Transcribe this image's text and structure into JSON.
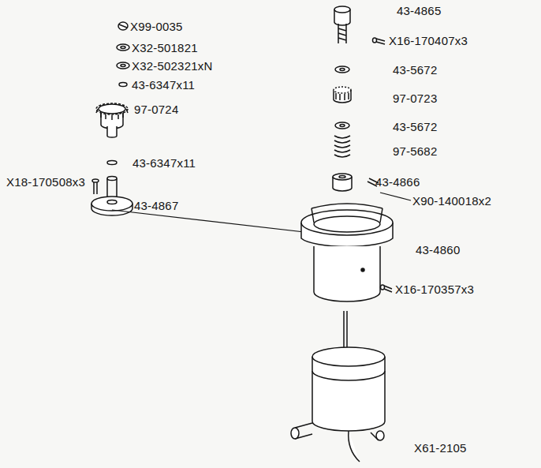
{
  "diagram": {
    "labels": [
      "X99-0035",
      "X32-501821",
      "X32-502321xN",
      "43-6347x11",
      "97-0724",
      "43-6347x11",
      "X18-170508x3",
      "43-4867",
      "43-4865",
      "X16-170407x3",
      "43-5672",
      "97-0723",
      "43-5672",
      "97-5682",
      "43-4866",
      "X90-140018x2",
      "43-4860",
      "X16-170357x3",
      "X61-2105"
    ]
  }
}
